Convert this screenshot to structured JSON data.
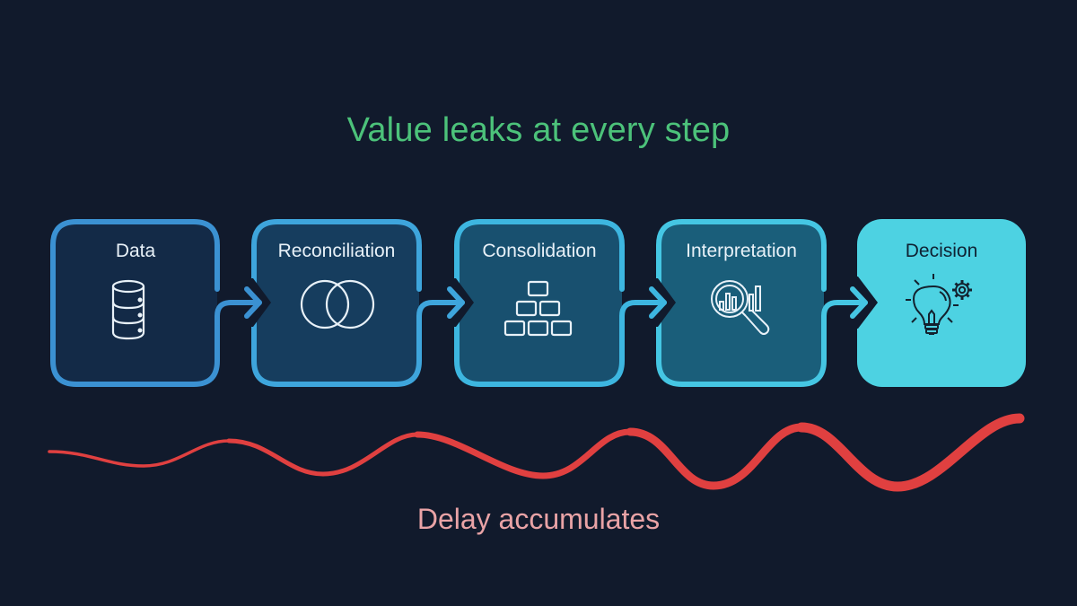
{
  "title": "Value leaks at every step",
  "footer": "Delay accumulates",
  "colors": {
    "background": "#111a2c",
    "title": "#4cc27a",
    "footer": "#e9a3a6",
    "wave": "#e04040"
  },
  "steps": [
    {
      "label": "Data",
      "icon": "database-icon",
      "fill": "#132a47",
      "border": "#3b91d2"
    },
    {
      "label": "Reconciliation",
      "icon": "venn-circles-icon",
      "fill": "#163d5e",
      "border": "#3ea5dc"
    },
    {
      "label": "Consolidation",
      "icon": "stacked-blocks-icon",
      "fill": "#18506f",
      "border": "#3db6e0"
    },
    {
      "label": "Interpretation",
      "icon": "magnifier-chart-icon",
      "fill": "#1a5e7a",
      "border": "#45c6e3"
    },
    {
      "label": "Decision",
      "icon": "lightbulb-gear-icon",
      "fill": "#4dd2e2",
      "border": "#4dd2e2"
    }
  ],
  "connectors": [
    {
      "from": "Data",
      "to": "Reconciliation",
      "icon": "arrow-right-icon"
    },
    {
      "from": "Reconciliation",
      "to": "Consolidation",
      "icon": "arrow-right-icon"
    },
    {
      "from": "Consolidation",
      "to": "Interpretation",
      "icon": "arrow-right-icon"
    },
    {
      "from": "Interpretation",
      "to": "Decision",
      "icon": "arrow-right-icon"
    }
  ],
  "delay_wave": {
    "description": "red wave with increasing amplitude and thickness, left to right"
  }
}
